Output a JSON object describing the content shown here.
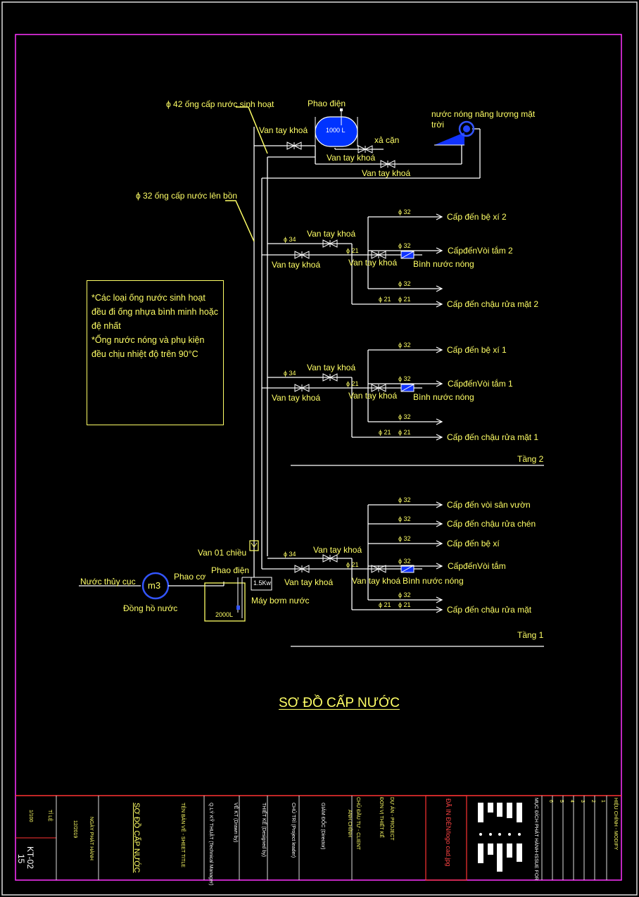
{
  "drawing_title": "SƠ ĐỒ CẤP NƯỚC",
  "note": {
    "lines": [
      "*Các loại ống nước sinh hoạt đều đi ống nhựa bình minh hoặc đệ nhất",
      "*Ống nước nóng và phụ kiện đều chịu nhiệt độ trên 90°C"
    ]
  },
  "top": {
    "pipe_42": "ϕ 42 ống cấp nước sinh hoạt",
    "pipe_32": "ϕ 32 ống cấp nước lên bồn",
    "float_valve": "Phao điện",
    "tank_label": "1000 L",
    "valve_1": "Van tay khoá",
    "drain": "xả cặn",
    "valve_2": "Van tay khoá",
    "valve_3": "Van tay khoá",
    "solar": "nước nóng năng lượng mặt trời"
  },
  "floors": [
    {
      "name": "Tầng 2",
      "valve_upper": "Van tay khoá",
      "valve_lower": "Van tay khoá",
      "valve_mid": "Van tay khoá",
      "d34": "ϕ 34",
      "d21a": "ϕ 21",
      "d21b": "ϕ 21",
      "heater": "Bình nước nóng",
      "outlets": [
        {
          "d": "ϕ 32",
          "label": "Cấp đến bệ xí 2"
        },
        {
          "d": "ϕ 32",
          "label": "CấpđếnVòi tắm 2"
        },
        {
          "d": "ϕ 32",
          "label": ""
        },
        {
          "d": "ϕ 21",
          "label": "Cấp đến chậu rửa mặt 2"
        }
      ]
    },
    {
      "name": "",
      "valve_upper": "Van tay khoá",
      "valve_lower": "Van tay khoá",
      "valve_mid": "Van tay khoá",
      "d34": "ϕ 34",
      "d21a": "ϕ 21",
      "d21b": "ϕ 21",
      "heater": "Bình nước nóng",
      "outlets": [
        {
          "d": "ϕ 32",
          "label": "Cấp đến bệ xí 1"
        },
        {
          "d": "ϕ 32",
          "label": "CấpđếnVòi tắm 1"
        },
        {
          "d": "ϕ 32",
          "label": ""
        },
        {
          "d": "ϕ 21",
          "label": "Cấp đến chậu rửa mặt 1"
        }
      ]
    },
    {
      "name": "Tầng 1",
      "valve_upper": "Van tay khoá",
      "valve_lower": "Van tay khoá",
      "valve_mid": "Van tay khoá",
      "d34": "ϕ 34",
      "d21a": "ϕ 21",
      "d21b": "ϕ 21",
      "heater": "Bình nước nóng",
      "outlets": [
        {
          "d": "ϕ 32",
          "label": "Cấp đến vòi sân vườn"
        },
        {
          "d": "ϕ 32",
          "label": "Cấp đến chậu rửa chén"
        },
        {
          "d": "ϕ 32",
          "label": "Cấp đến bệ xí"
        },
        {
          "d": "ϕ 32",
          "label": "CấpđếnVòi tắm"
        },
        {
          "d": "ϕ 32",
          "label": ""
        },
        {
          "d": "ϕ 21",
          "label": "Cấp đến chậu rửa mặt"
        }
      ]
    }
  ],
  "ground": {
    "check_valve": "Van 01 chiều",
    "city_water": "Nước thủy cục",
    "meter": "m3",
    "meter_label": "Đồng hồ nước",
    "float_mech": "Phao cơ",
    "float_elec": "Phao điện",
    "tank_label": "2000L",
    "pump_kw": "1.5Kw",
    "pump_label": "Máy bơm nước"
  },
  "title_block": {
    "sheet_no": "KT-02",
    "sheet_sub": "15",
    "scale_label": "TỈ LỆ",
    "scale_value": "1/100",
    "date_label": "NGÀY PHÁT HÀNH",
    "date_value": "12/2019",
    "sheet_title_label": "TÊN BẢN VẼ - SHEET TITLE",
    "sheet_title_value": "SƠ ĐỒ CẤP NƯỚC",
    "checked": "Q.LÝ KỸ THUẬT (Technical Manager)",
    "drawn": "VẼ KT (Drawn by)",
    "designed": "THIẾT KẾ (Designed by)",
    "manager": "CHỦ TRÌ (Project leader)",
    "director": "GIÁM ĐỐC (Director)",
    "owner": "CHỦ ĐẦU TƯ - CLIENT",
    "owner_name": "ANH CHÍNH",
    "consultant": "ĐƠN VỊ THIẾT KẾ",
    "project": "DỰ ÁN - PROJECT",
    "logo": "ĐÃ IN ĐÈN/logo  cad.jpg",
    "issue": "MỤC ĐÍCH PHÁT HÀNH-ISSUE FOR",
    "revision": "HIỆU CHỈNH - MODIFY",
    "rev_nums": [
      "1",
      "2",
      "3",
      "4",
      "5",
      "6"
    ]
  }
}
